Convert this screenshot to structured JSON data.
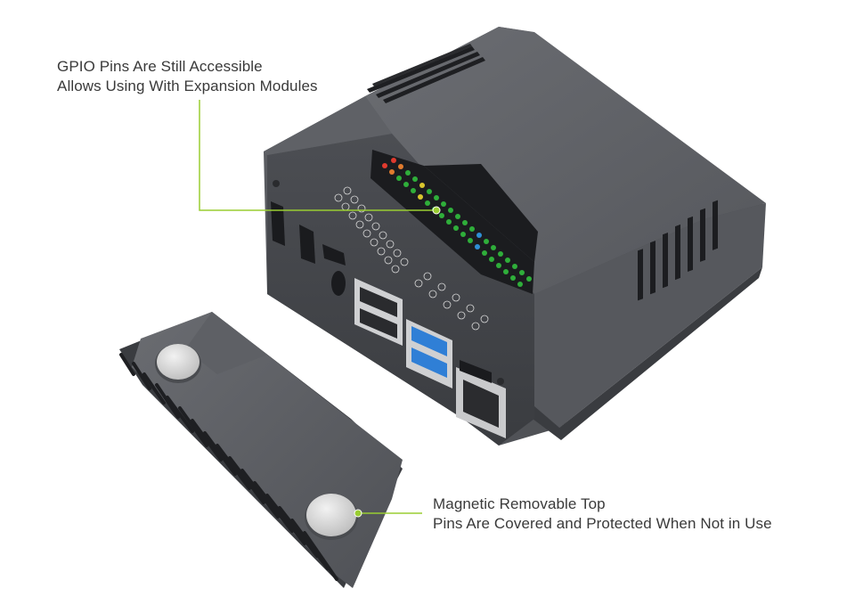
{
  "callouts": {
    "gpio": {
      "line1": "GPIO Pins Are Still Accessible",
      "line2": "Allows Using With Expansion Modules"
    },
    "top": {
      "line1": "Magnetic Removable Top",
      "line2": "Pins Are Covered and Protected When Not in Use"
    }
  },
  "colors": {
    "background": "#ffffff",
    "case_body": "#5c5e63",
    "case_dark": "#3f4145",
    "leader_line": "#9acd32",
    "text": "#3a3a3a",
    "usb3_blue": "#2f7fd6"
  },
  "icons": {
    "product": "argon-style-raspberry-pi-case",
    "lid": "magnetic-lid",
    "magnet": "round-magnet"
  }
}
